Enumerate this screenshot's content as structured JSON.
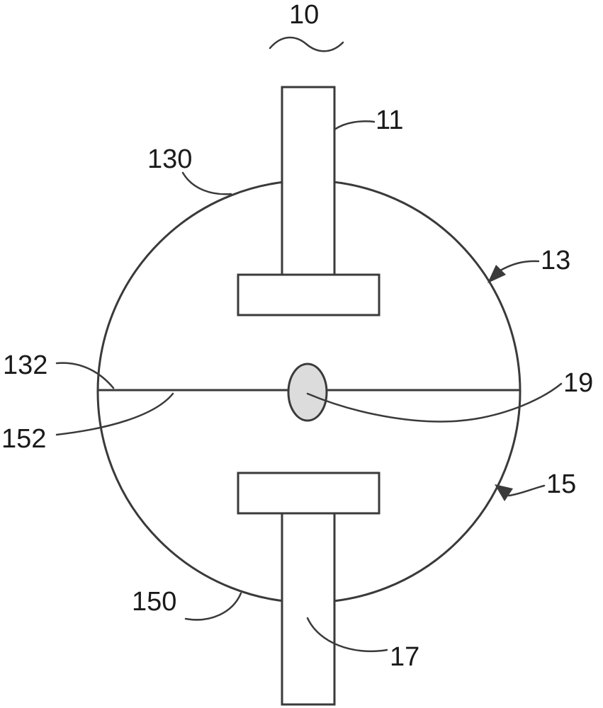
{
  "figure": {
    "labels": {
      "assembly": "10",
      "upper_electrode": "11",
      "upper_housing": "13",
      "upper_housing_edge": "130",
      "upper_housing_face": "132",
      "lower_housing": "15",
      "lower_housing_edge": "150",
      "lower_housing_face": "152",
      "lower_electrode": "17",
      "center_element": "19"
    },
    "colors": {
      "line": "#3a3a3a",
      "text": "#1a1a1a",
      "background": "#ffffff",
      "center_fill": "#dcdcdc"
    }
  }
}
